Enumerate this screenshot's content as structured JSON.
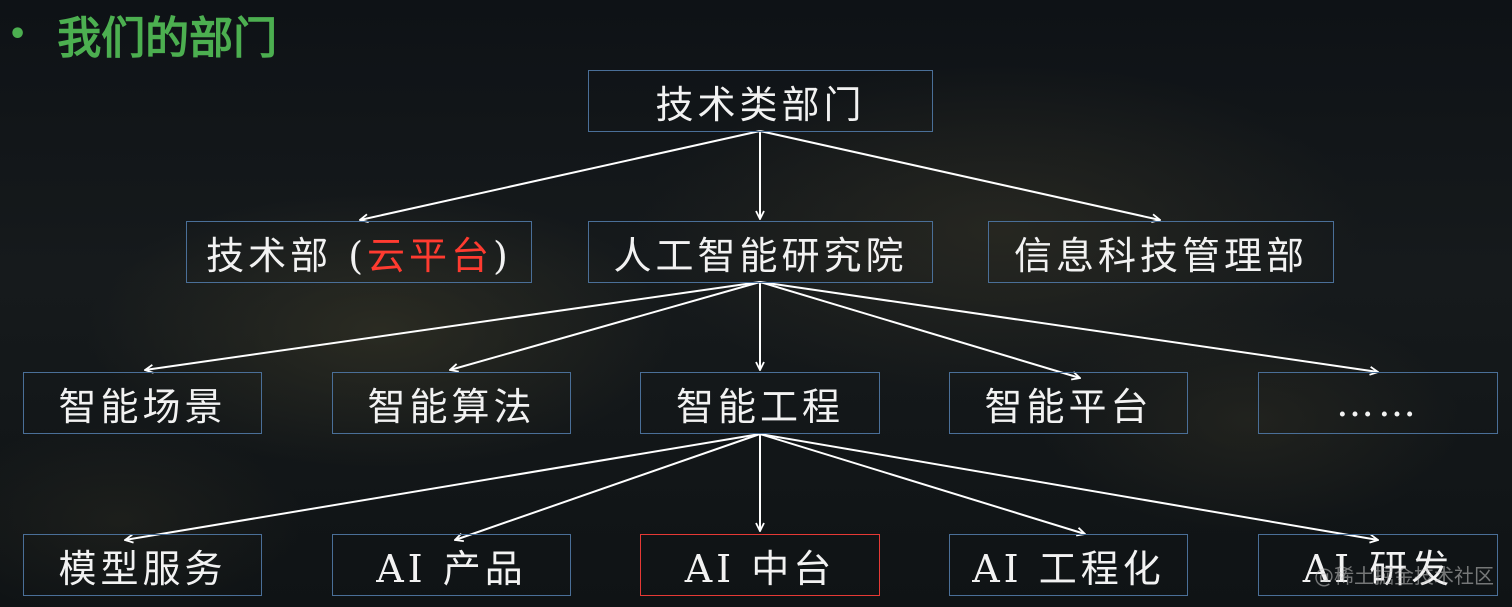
{
  "slide": {
    "bullet": "•",
    "title": "我们的部门"
  },
  "root": {
    "label": "技术类部门"
  },
  "level1": [
    {
      "label_parts": [
        "技术部 (",
        "云平台",
        ")"
      ]
    },
    {
      "label": "人工智能研究院"
    },
    {
      "label": "信息科技管理部"
    }
  ],
  "level2": [
    "智能场景",
    "智能算法",
    "智能工程",
    "智能平台",
    "……"
  ],
  "level3": [
    "模型服务",
    "AI 产品",
    "AI 中台",
    "AI 工程化",
    "AI 研发"
  ],
  "watermark": "@稀土掘金技术社区",
  "colors": {
    "title": "#4caf50",
    "box_border": "#4a6f98",
    "highlight_border": "#e53935",
    "highlight_text": "#ff3b30",
    "arrow": "#ffffff"
  }
}
